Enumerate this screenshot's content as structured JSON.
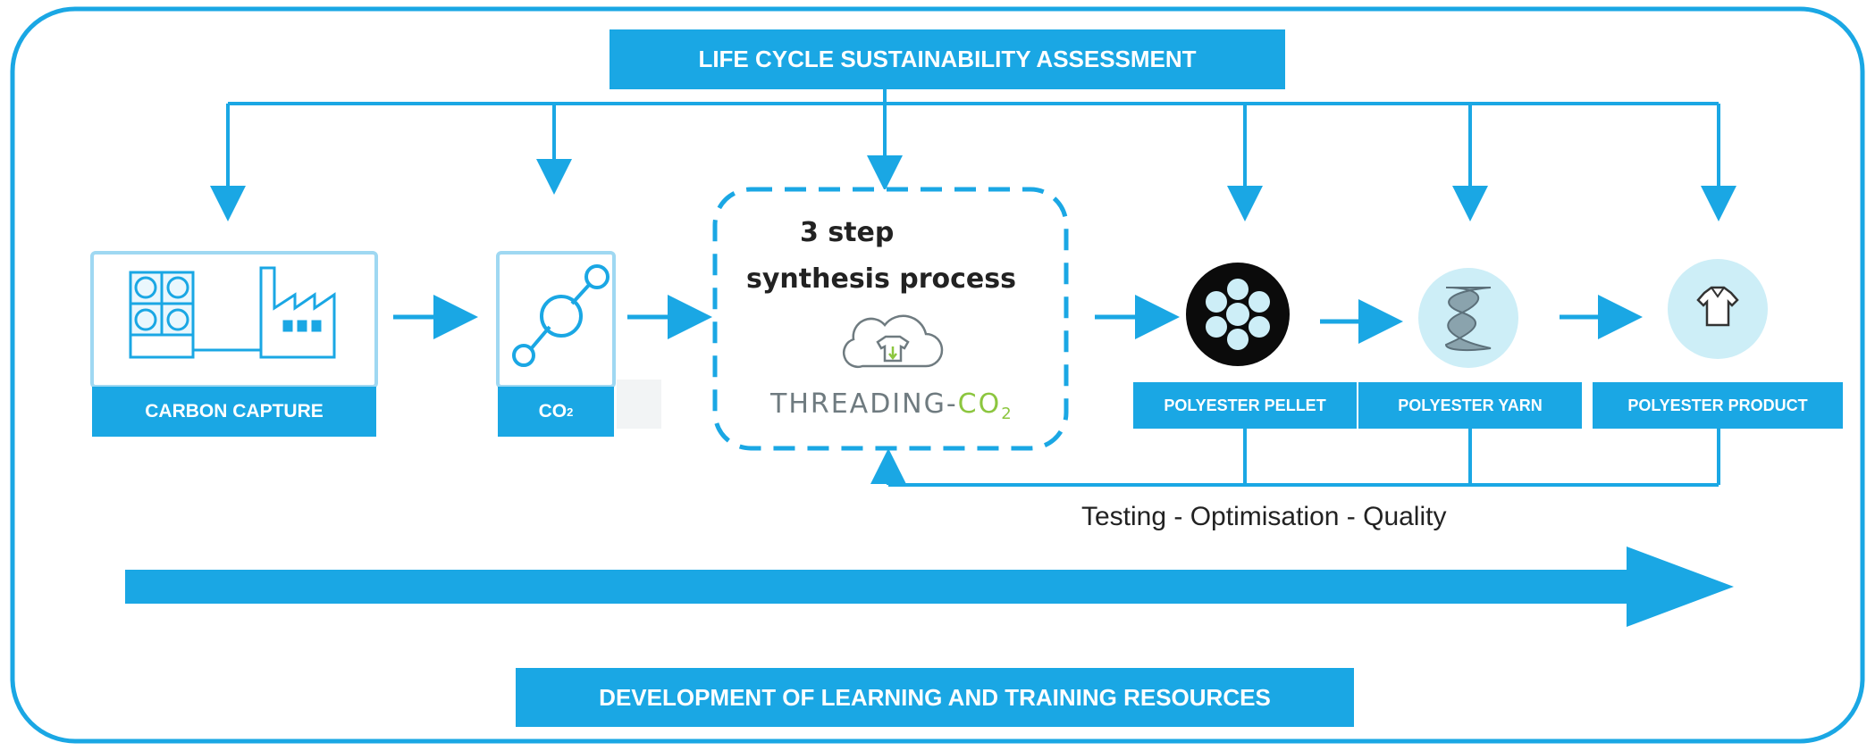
{
  "title_banner": "LIFE CYCLE SUSTAINABILITY ASSESSMENT",
  "bottom_banner": "DEVELOPMENT OF LEARNING AND TRAINING RESOURCES",
  "process": {
    "title_line1": "3 step",
    "title_line2": "synthesis process",
    "logo_text_main": "THREADING-",
    "logo_text_co": "CO",
    "logo_text_sub": "2"
  },
  "stages": {
    "carbon_capture": "CARBON CAPTURE",
    "co2_main": "CO",
    "co2_sub": "2",
    "pellet": "POLYESTER PELLET",
    "yarn": "POLYESTER YARN",
    "product": "POLYESTER PRODUCT"
  },
  "feedback_label": "Testing - Optimisation - Quality",
  "colors": {
    "accent": "#1aa7e4",
    "light_accent": "#cdeef7",
    "logo_green": "#8cc63f",
    "logo_gray": "#6f7b80"
  }
}
